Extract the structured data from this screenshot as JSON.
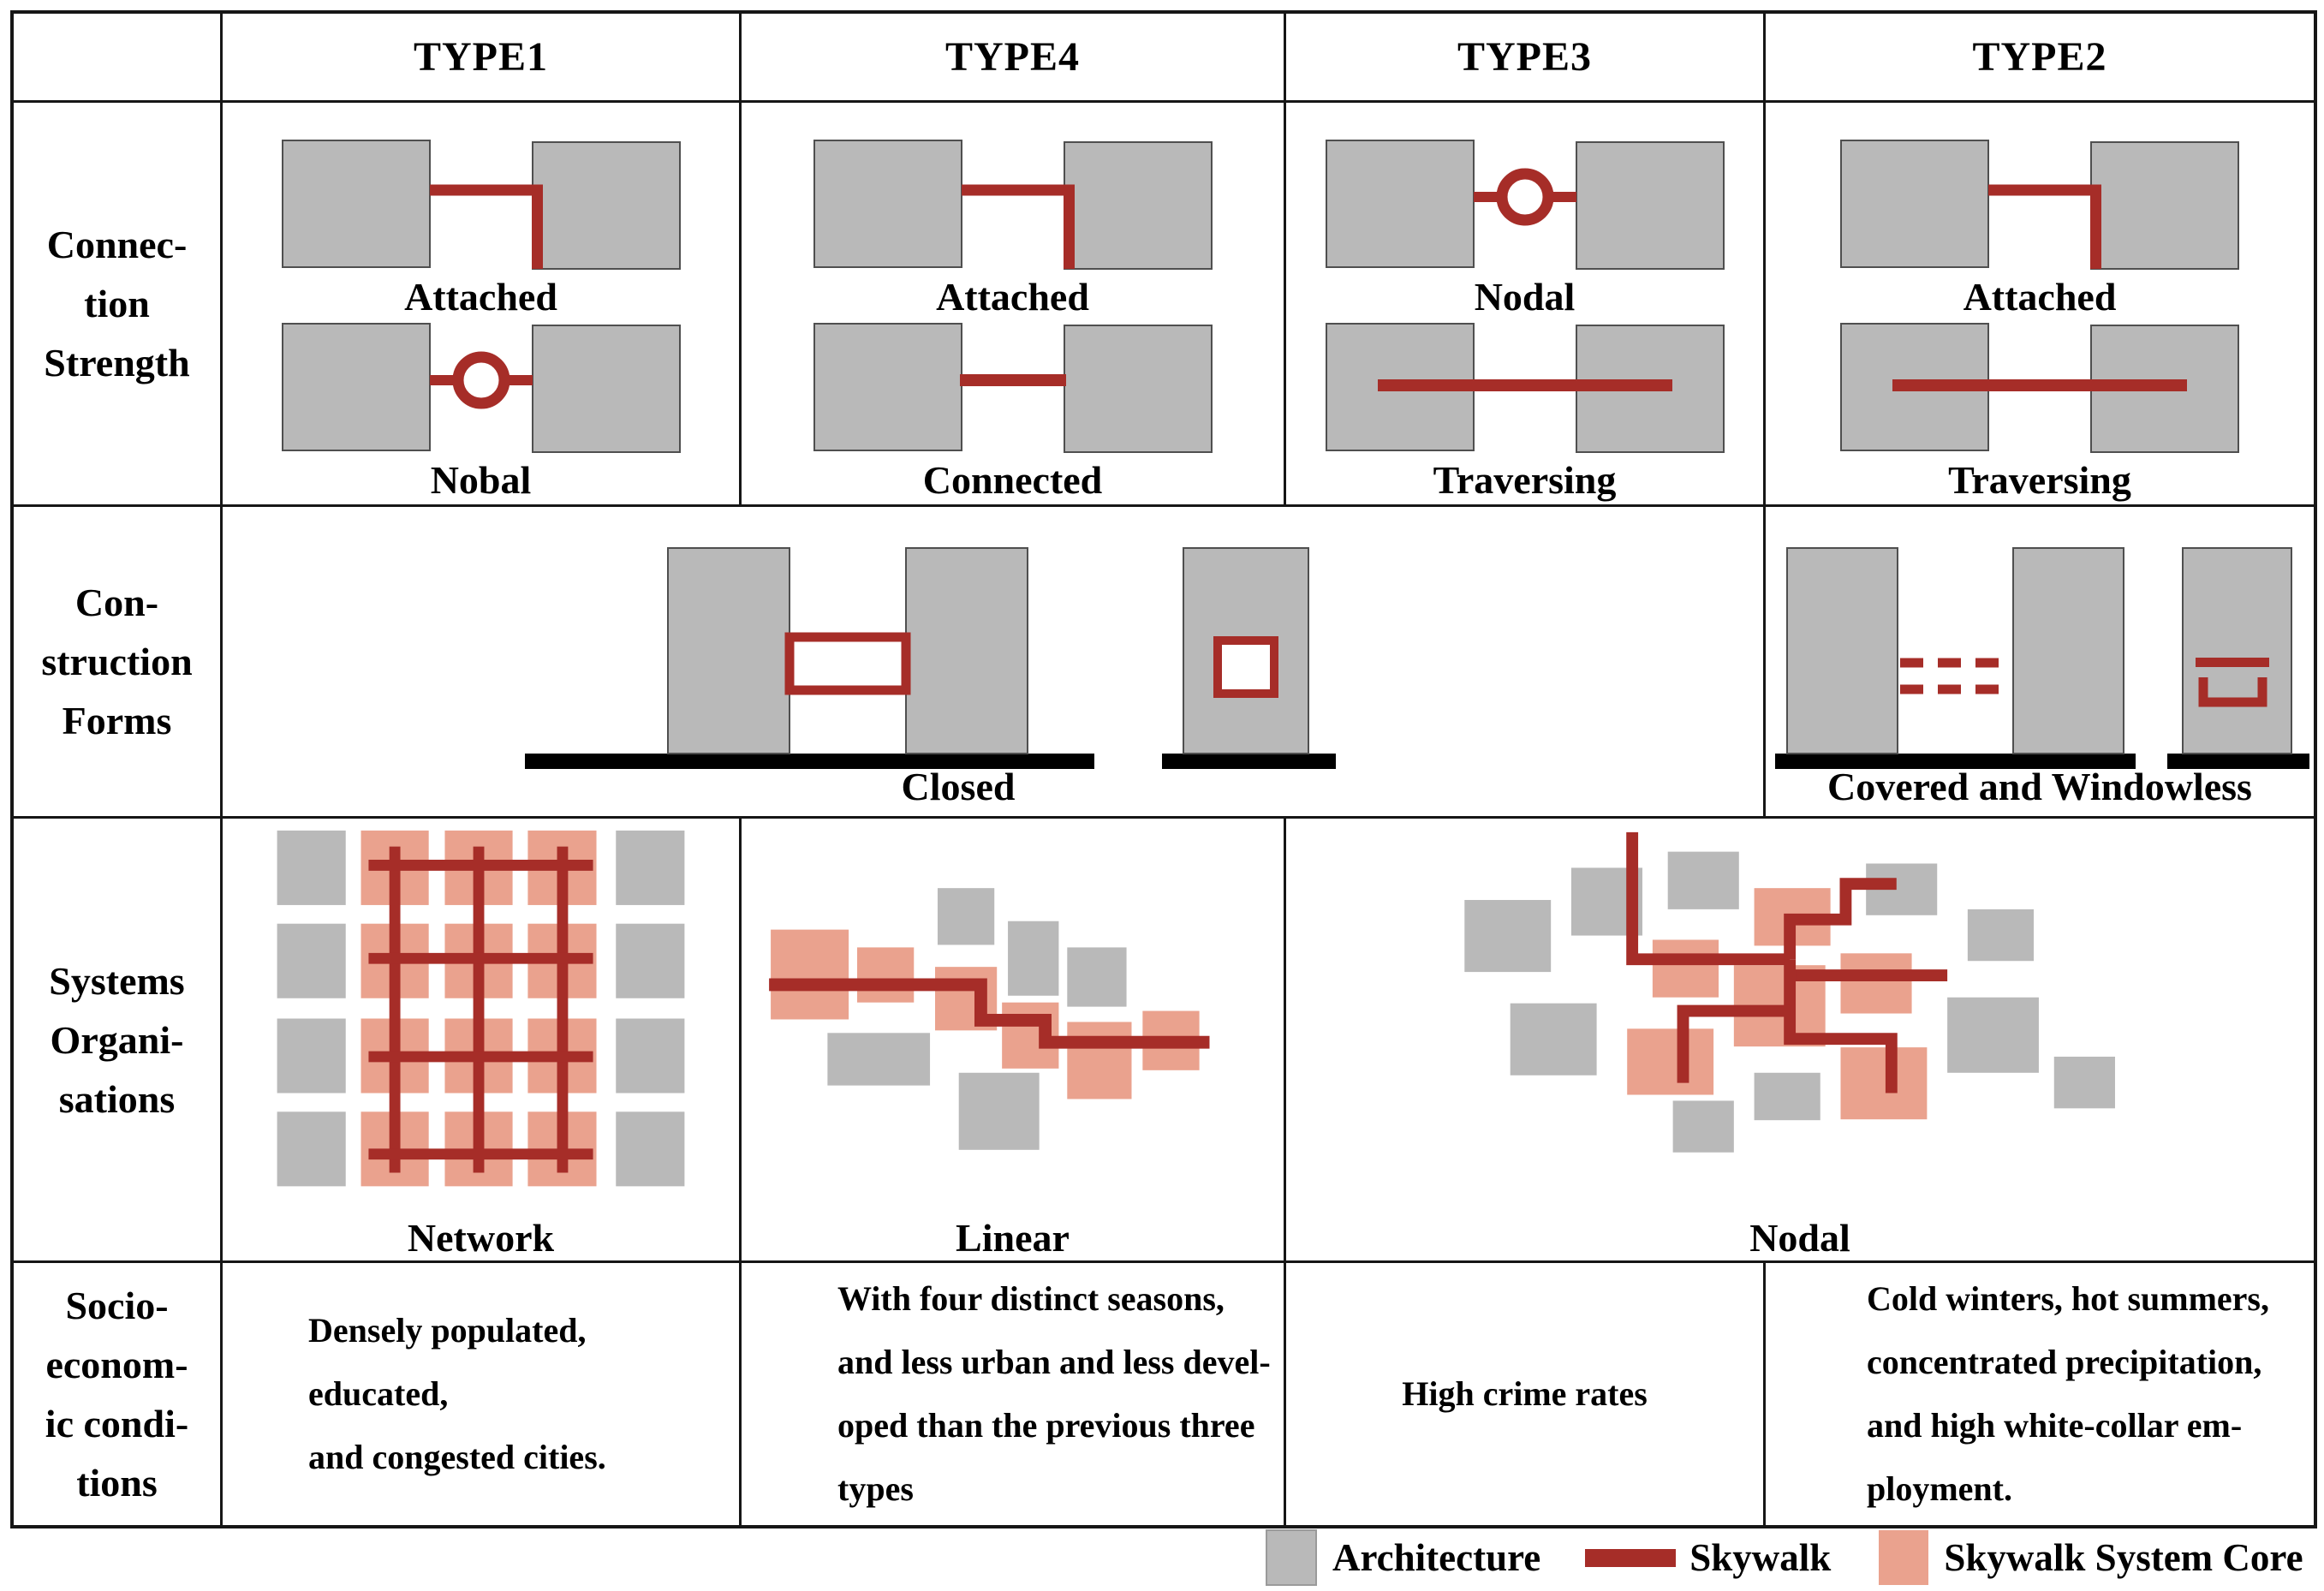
{
  "table": {
    "column_headers": [
      "TYPE1",
      "TYPE4",
      "TYPE3",
      "TYPE2"
    ],
    "row_labels": {
      "connection": "Connec-\ntion\nStrength",
      "construction": "Con-\nstruction\nForms",
      "systems": "Systems\nOrgani-\nsations",
      "socio": "Socio-\neconom-\nic condi-\ntions"
    },
    "connection_strength": {
      "type1": {
        "figures": [
          {
            "kind": "attached",
            "caption": "Attached"
          },
          {
            "kind": "nodal-ring",
            "caption": "Nobal"
          }
        ]
      },
      "type4": {
        "figures": [
          {
            "kind": "attached",
            "caption": "Attached"
          },
          {
            "kind": "connected",
            "caption": "Connected"
          }
        ]
      },
      "type3": {
        "figures": [
          {
            "kind": "nodal-ring",
            "caption": "Nodal"
          },
          {
            "kind": "traversing",
            "caption": "Traversing"
          }
        ]
      },
      "type2": {
        "figures": [
          {
            "kind": "attached",
            "caption": "Attached"
          },
          {
            "kind": "traversing",
            "caption": "Traversing"
          }
        ]
      }
    },
    "construction_forms": {
      "closed_caption": "Closed",
      "covered_caption": "Covered and Windowless"
    },
    "systems_organisations": {
      "type1_caption": "Network",
      "type4_caption": "Linear",
      "type3_type2_caption": "Nodal"
    },
    "socio_economic": {
      "type1": "Densely populated,\neducated,\nand congested cities.",
      "type4": "With four distinct seasons,\nand less urban and less devel-\noped than the previous three\ntypes",
      "type3": "High crime rates",
      "type2": "Cold winters, hot summers,\nconcentrated precipitation,\nand high white-collar em-\nployment."
    }
  },
  "legend": {
    "items": [
      {
        "swatch": "architecture-square",
        "label": "Architecture"
      },
      {
        "swatch": "skywalk-line",
        "label": "Skywalk"
      },
      {
        "swatch": "core-square",
        "label": "Skywalk System Core"
      }
    ]
  },
  "colors": {
    "architecture_gray": "#b9b9b9",
    "skywalk_red": "#a62d28",
    "core_salmon": "#eaa28e",
    "border_black": "#161616"
  }
}
